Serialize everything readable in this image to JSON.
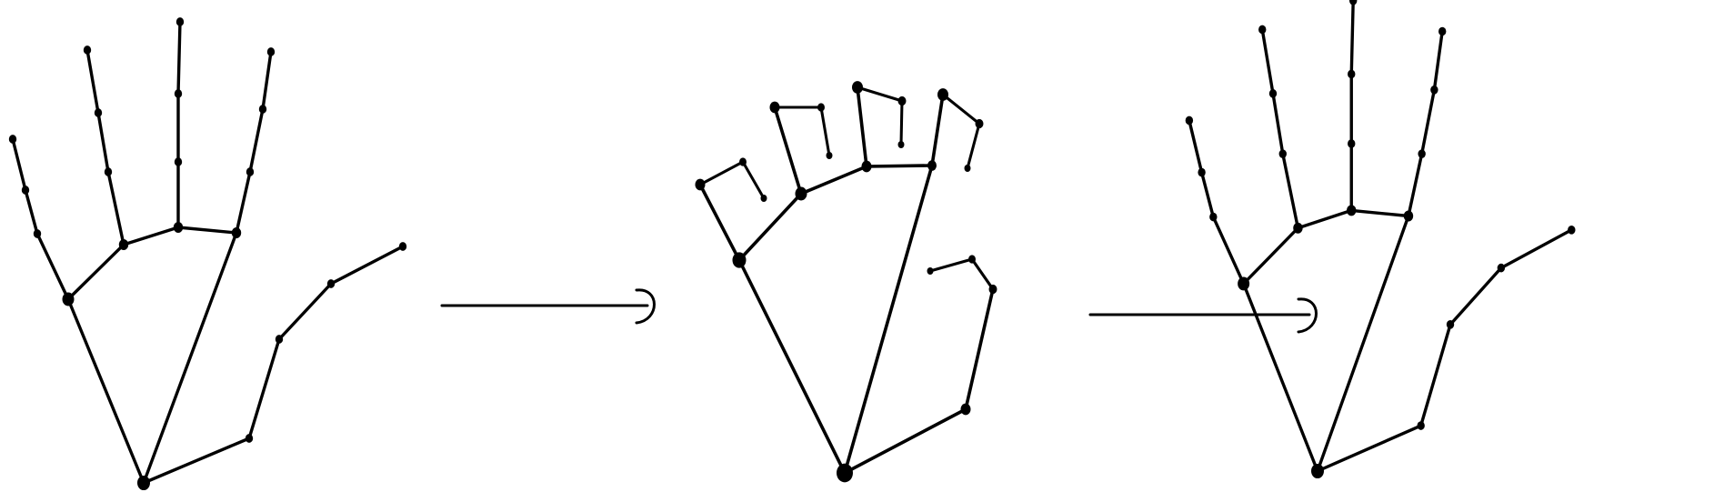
{
  "colors": {
    "ink": "#000000",
    "background": "#ffffff"
  },
  "figure": {
    "panels": [
      {
        "role": "open-hand"
      },
      {
        "role": "curled-hand"
      },
      {
        "role": "open-hand"
      }
    ],
    "arrows": [
      {
        "from": "open-hand",
        "to": "curled-hand"
      },
      {
        "from": "curled-hand",
        "to": "open-hand"
      }
    ]
  }
}
